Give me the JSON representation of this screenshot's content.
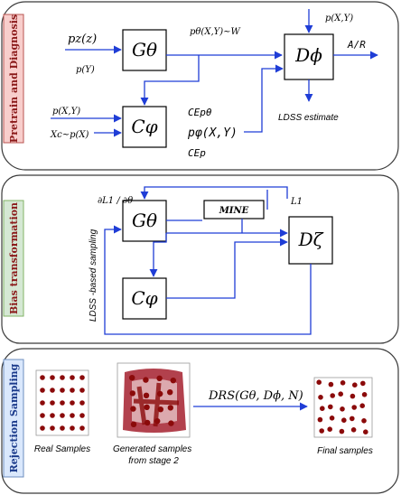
{
  "stages": [
    {
      "label": "Pretrain and Diagnosis",
      "color": "#f8cecc"
    },
    {
      "label": "Bias transformation",
      "color": "#d5e8d4"
    },
    {
      "label": "Rejection Sampling",
      "color": "#dae8fc"
    }
  ],
  "stage1": {
    "generator": "Gθ",
    "discriminator": "Dϕ",
    "classifier": "Cφ",
    "input_pz": "pz(z)",
    "input_py": "p(Y)",
    "gen_output": "pθ(X,Y)~W",
    "real_input": "p(X,Y)",
    "output": "A/R",
    "cls_input_pxy": "p(X,Y)",
    "cls_input_xc": "Xc~p(X)",
    "ce_ptheta": "CEpθ",
    "p_phi": "pφ(X,Y)",
    "ce_p": "CEp",
    "ldss_estimate": "LDSS estimate"
  },
  "stage2": {
    "generator": "Gθ",
    "classifier": "Cφ",
    "discriminator": "Dζ",
    "mine": "MINE",
    "gradient": "∂L1 / ∂θ",
    "l1": "L1",
    "sampling_label": "LDSS -based sampling"
  },
  "stage3": {
    "drs_label": "DRS(Gθ, Dϕ, N)",
    "real_caption": "Real Samples",
    "generated_caption": "Generated samples from stage 2",
    "final_caption": "Final samples",
    "dot_color": "#8b0a0a"
  }
}
